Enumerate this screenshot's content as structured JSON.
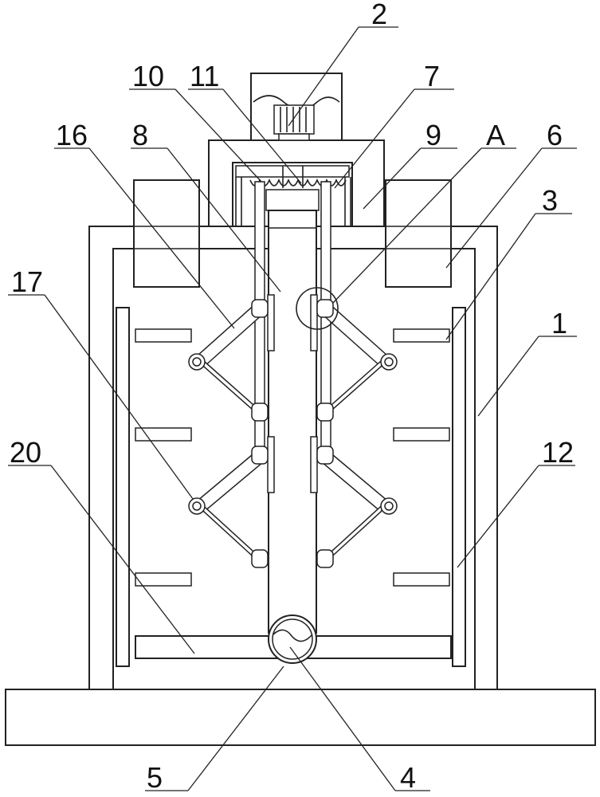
{
  "figure": {
    "labels": [
      {
        "id": "label-2",
        "text": "2"
      },
      {
        "id": "label-10",
        "text": "10"
      },
      {
        "id": "label-11",
        "text": "11"
      },
      {
        "id": "label-7",
        "text": "7"
      },
      {
        "id": "label-16",
        "text": "16"
      },
      {
        "id": "label-8",
        "text": "8"
      },
      {
        "id": "label-9",
        "text": "9"
      },
      {
        "id": "label-a",
        "text": "A"
      },
      {
        "id": "label-6",
        "text": "6"
      },
      {
        "id": "label-3",
        "text": "3"
      },
      {
        "id": "label-17",
        "text": "17"
      },
      {
        "id": "label-1",
        "text": "1"
      },
      {
        "id": "label-20",
        "text": "20"
      },
      {
        "id": "label-12",
        "text": "12"
      },
      {
        "id": "label-5",
        "text": "5"
      },
      {
        "id": "label-4",
        "text": "4"
      }
    ]
  }
}
